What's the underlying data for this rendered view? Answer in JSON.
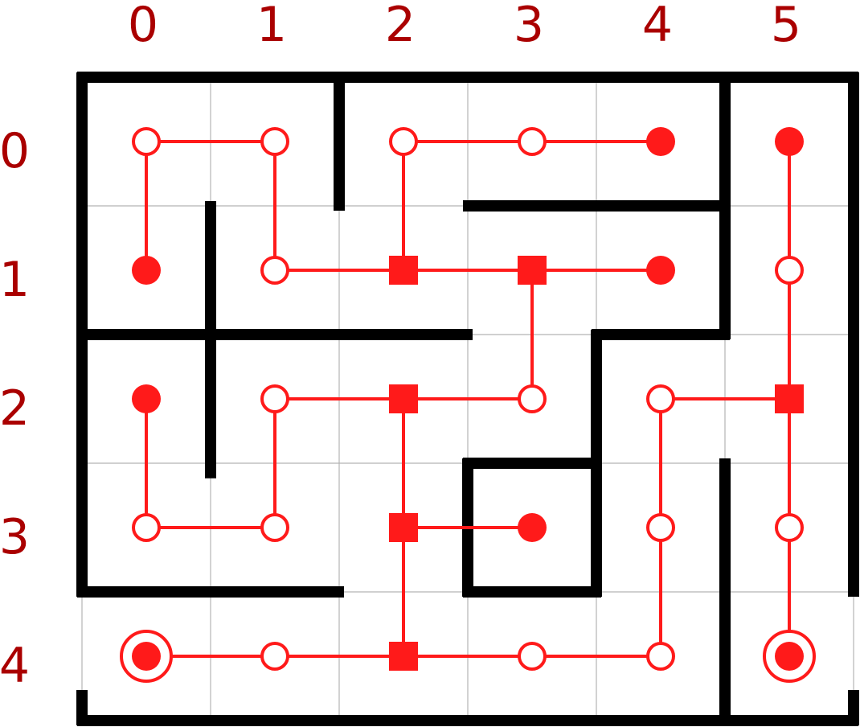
{
  "colors": {
    "label": "#aa0000",
    "path": "#ff1a1a",
    "wall": "#000000",
    "grid": "#b3b3b3",
    "background": "#ffffff"
  },
  "grid": {
    "cols": 6,
    "rows": 5
  },
  "column_labels": [
    "0",
    "1",
    "2",
    "3",
    "4",
    "5"
  ],
  "row_labels": [
    "0",
    "1",
    "2",
    "3",
    "4"
  ],
  "nodes": [
    {
      "r": 0,
      "c": 0,
      "kind": "open"
    },
    {
      "r": 0,
      "c": 1,
      "kind": "open"
    },
    {
      "r": 0,
      "c": 2,
      "kind": "open"
    },
    {
      "r": 0,
      "c": 3,
      "kind": "open"
    },
    {
      "r": 0,
      "c": 4,
      "kind": "end"
    },
    {
      "r": 0,
      "c": 5,
      "kind": "end"
    },
    {
      "r": 1,
      "c": 0,
      "kind": "end"
    },
    {
      "r": 1,
      "c": 1,
      "kind": "open"
    },
    {
      "r": 1,
      "c": 2,
      "kind": "junction"
    },
    {
      "r": 1,
      "c": 3,
      "kind": "junction"
    },
    {
      "r": 1,
      "c": 4,
      "kind": "end"
    },
    {
      "r": 1,
      "c": 5,
      "kind": "open"
    },
    {
      "r": 2,
      "c": 0,
      "kind": "end"
    },
    {
      "r": 2,
      "c": 1,
      "kind": "open"
    },
    {
      "r": 2,
      "c": 2,
      "kind": "junction"
    },
    {
      "r": 2,
      "c": 3,
      "kind": "open"
    },
    {
      "r": 2,
      "c": 4,
      "kind": "open"
    },
    {
      "r": 2,
      "c": 5,
      "kind": "junction"
    },
    {
      "r": 3,
      "c": 0,
      "kind": "open"
    },
    {
      "r": 3,
      "c": 1,
      "kind": "open"
    },
    {
      "r": 3,
      "c": 2,
      "kind": "junction"
    },
    {
      "r": 3,
      "c": 3,
      "kind": "end"
    },
    {
      "r": 3,
      "c": 4,
      "kind": "open"
    },
    {
      "r": 3,
      "c": 5,
      "kind": "open"
    },
    {
      "r": 4,
      "c": 0,
      "kind": "terminal"
    },
    {
      "r": 4,
      "c": 1,
      "kind": "open"
    },
    {
      "r": 4,
      "c": 2,
      "kind": "junction"
    },
    {
      "r": 4,
      "c": 3,
      "kind": "open"
    },
    {
      "r": 4,
      "c": 4,
      "kind": "open"
    },
    {
      "r": 4,
      "c": 5,
      "kind": "terminal"
    }
  ],
  "links": [
    [
      [
        1,
        0
      ],
      [
        0,
        0
      ]
    ],
    [
      [
        0,
        0
      ],
      [
        0,
        1
      ]
    ],
    [
      [
        0,
        1
      ],
      [
        1,
        1
      ]
    ],
    [
      [
        1,
        1
      ],
      [
        1,
        2
      ]
    ],
    [
      [
        0,
        2
      ],
      [
        0,
        3
      ]
    ],
    [
      [
        0,
        3
      ],
      [
        0,
        4
      ]
    ],
    [
      [
        0,
        2
      ],
      [
        1,
        2
      ]
    ],
    [
      [
        1,
        2
      ],
      [
        1,
        3
      ]
    ],
    [
      [
        1,
        3
      ],
      [
        1,
        4
      ]
    ],
    [
      [
        1,
        3
      ],
      [
        2,
        3
      ]
    ],
    [
      [
        2,
        3
      ],
      [
        2,
        2
      ]
    ],
    [
      [
        2,
        2
      ],
      [
        2,
        1
      ]
    ],
    [
      [
        2,
        1
      ],
      [
        3,
        1
      ]
    ],
    [
      [
        3,
        1
      ],
      [
        3,
        0
      ]
    ],
    [
      [
        3,
        0
      ],
      [
        2,
        0
      ]
    ],
    [
      [
        2,
        2
      ],
      [
        3,
        2
      ]
    ],
    [
      [
        3,
        2
      ],
      [
        3,
        3
      ]
    ],
    [
      [
        3,
        2
      ],
      [
        4,
        2
      ]
    ],
    [
      [
        4,
        2
      ],
      [
        4,
        1
      ]
    ],
    [
      [
        4,
        1
      ],
      [
        4,
        0
      ]
    ],
    [
      [
        4,
        2
      ],
      [
        4,
        3
      ]
    ],
    [
      [
        4,
        3
      ],
      [
        4,
        4
      ]
    ],
    [
      [
        4,
        4
      ],
      [
        3,
        4
      ]
    ],
    [
      [
        3,
        4
      ],
      [
        2,
        4
      ]
    ],
    [
      [
        2,
        4
      ],
      [
        2,
        5
      ]
    ],
    [
      [
        0,
        5
      ],
      [
        1,
        5
      ]
    ],
    [
      [
        1,
        5
      ],
      [
        2,
        5
      ]
    ],
    [
      [
        2,
        5
      ],
      [
        3,
        5
      ]
    ],
    [
      [
        3,
        5
      ],
      [
        4,
        5
      ]
    ]
  ],
  "walls": {
    "h": [
      [
        0,
        0,
        6
      ],
      [
        1,
        3,
        5
      ],
      [
        2,
        0,
        3
      ],
      [
        2,
        4,
        5
      ],
      [
        3,
        3,
        4
      ],
      [
        4,
        0,
        2
      ],
      [
        4,
        3,
        4
      ],
      [
        5,
        0,
        6
      ]
    ],
    "v": [
      [
        0,
        0,
        4
      ],
      [
        0,
        4.8,
        5
      ],
      [
        1,
        1,
        2
      ],
      [
        2,
        0,
        1
      ],
      [
        3,
        3,
        4
      ],
      [
        1,
        1.92,
        3.08
      ],
      [
        4,
        2,
        4
      ],
      [
        5,
        0,
        2
      ],
      [
        5,
        3,
        5
      ],
      [
        6,
        0,
        4
      ],
      [
        6,
        4.8,
        5
      ]
    ]
  }
}
